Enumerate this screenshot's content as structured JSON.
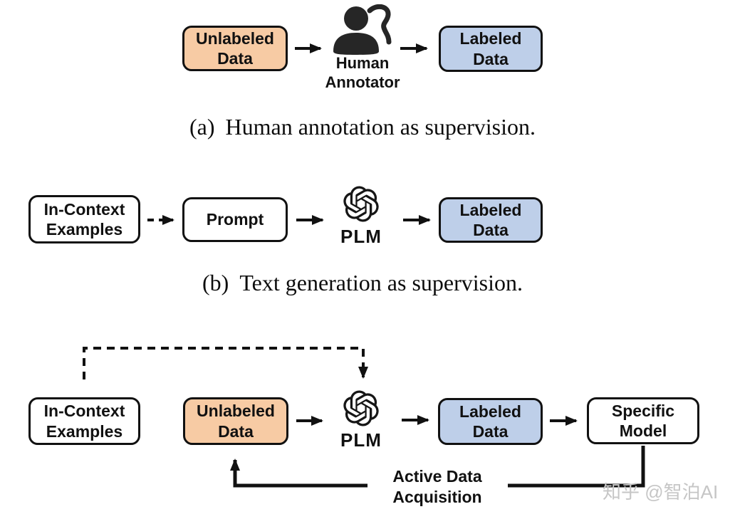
{
  "colors": {
    "unlabeled_box_fill": "#F7CBA4",
    "labeled_box_fill": "#BECFE9",
    "white_box_fill": "#FFFFFF",
    "box_border": "#111111",
    "arrow": "#111111",
    "watermark_text": "#C6C6C6"
  },
  "panel_a": {
    "caption_index": "(a)",
    "caption_text": "Human annotation as supervision.",
    "unlabeled_box": "Unlabeled\nData",
    "annotator_icon": "human-annotator-icon",
    "annotator_label": "Human\nAnnotator",
    "labeled_box": "Labeled\nData"
  },
  "panel_b": {
    "caption_index": "(b)",
    "caption_text": "Text generation as supervision.",
    "in_context_box": "In-Context\nExamples",
    "prompt_box": "Prompt",
    "plm_icon": "openai-logo-icon",
    "plm_label": "PLM",
    "labeled_box": "Labeled\nData"
  },
  "panel_c": {
    "in_context_box": "In-Context\nExamples",
    "unlabeled_box": "Unlabeled\nData",
    "plm_icon": "openai-logo-icon",
    "plm_label": "PLM",
    "labeled_box": "Labeled\nData",
    "specific_model_box": "Specific\nModel",
    "feedback_label": "Active Data\nAcquisition"
  },
  "watermark": "知乎 @智泊AI"
}
